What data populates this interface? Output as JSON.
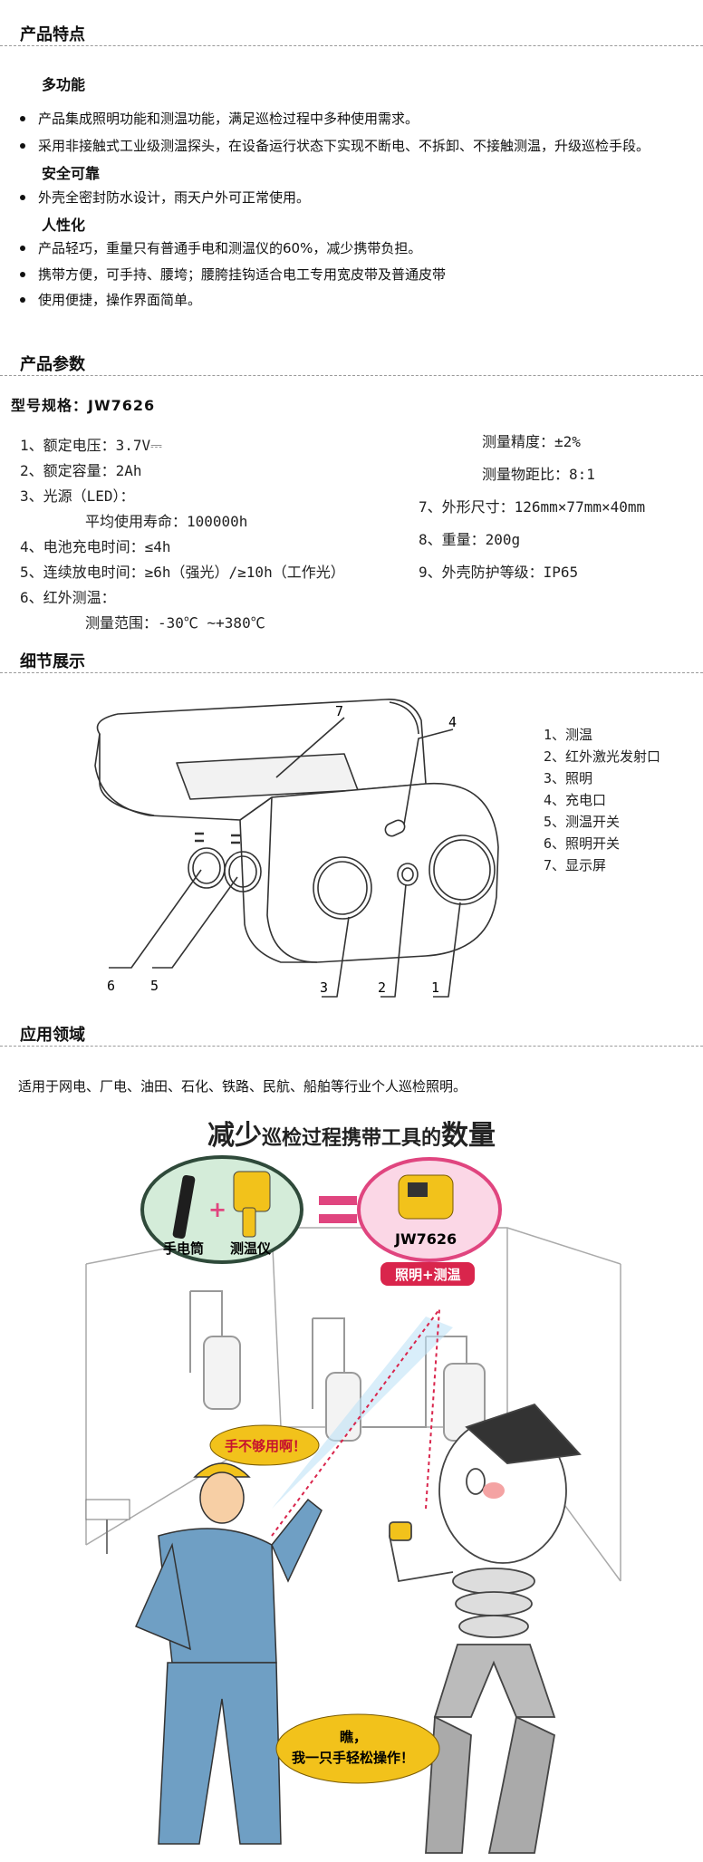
{
  "features": {
    "title": "产品特点",
    "groups": [
      {
        "heading": "多功能",
        "items": [
          "产品集成照明功能和测温功能，满足巡检过程中多种使用需求。",
          "采用非接触式工业级测温探头，在设备运行状态下实现不断电、不拆卸、不接触测温，升级巡检手段。"
        ]
      },
      {
        "heading": "安全可靠",
        "items": [
          "外壳全密封防水设计，雨天户外可正常使用。"
        ]
      },
      {
        "heading": "人性化",
        "items": [
          "产品轻巧，重量只有普通手电和测温仪的60%，减少携带负担。",
          "携带方便，可手持、腰垮；腰胯挂钩适合电工专用宽皮带及普通皮带",
          "使用便捷，操作界面简单。"
        ]
      }
    ]
  },
  "params": {
    "title": "产品参数",
    "model": "型号规格：JW7626",
    "left": [
      "1、额定电压：3.7V⎓",
      "2、额定容量：2Ah",
      "3、光源（LED）：",
      "平均使用寿命：100000h",
      "4、电池充电时间：≤4h",
      "5、连续放电时间：≥6h（强光）/≥10h（工作光）",
      "6、红外测温：",
      "测量范围：-30℃ ~+380℃"
    ],
    "right": [
      "测量精度：±2%",
      "测量物距比：8:1",
      "7、外形尺寸：126mm×77mm×40mm",
      "8、重量：200g",
      "9、外壳防护等级：IP65"
    ]
  },
  "details": {
    "title": "细节展示",
    "legend": [
      "1、测温",
      "2、红外激光发射口",
      "3、照明",
      "4、充电口",
      "5、测温开关",
      "6、照明开关",
      "7、显示屏"
    ],
    "callouts": [
      "7",
      "4",
      "6",
      "5",
      "3",
      "2",
      "1"
    ]
  },
  "application": {
    "title": "应用领域",
    "text": "适用于网电、厂电、油田、石化、铁路、民航、船舶等行业个人巡检照明。",
    "banner_big1": "减少",
    "banner_small": "巡检过程携带工具的",
    "banner_big2": "数量",
    "label_flashlight": "手电筒",
    "label_thermometer": "测温仪",
    "label_model": "JW7626",
    "tag": "照明+测温",
    "bubble_left": "手不够用啊！",
    "bubble_bottom_1": "瞧，",
    "bubble_bottom_2": "我一只手轻松操作！"
  },
  "colors": {
    "yellow": "#f2c21b",
    "pink": "#e0457f",
    "tag_red": "#d9254c",
    "green_bg": "#d4ecd9",
    "pink_bg": "#fbd7e6"
  }
}
